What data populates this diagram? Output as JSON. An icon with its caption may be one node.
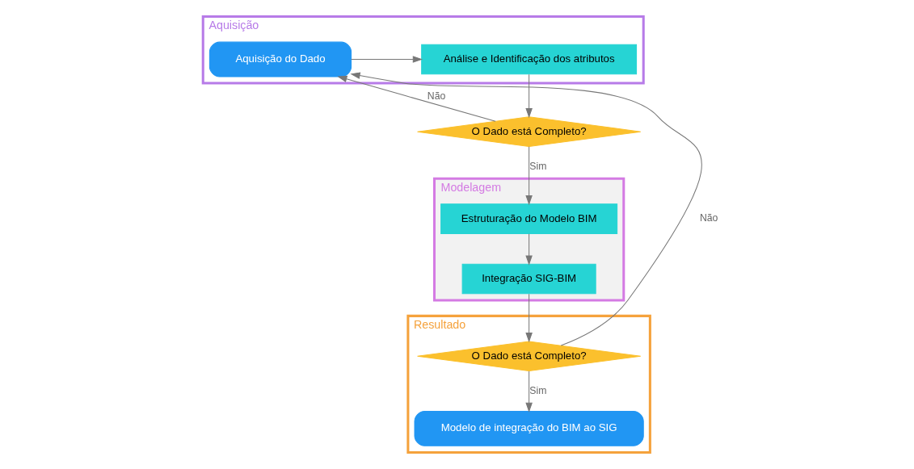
{
  "diagram": {
    "nodes": [
      {
        "text": [
          "Aquisição"
        ]
      },
      {
        "text": [
          "Aquisição do Dado"
        ],
        "in": 0
      },
      {
        "text": [
          "Análise e Identificação dos atributos"
        ],
        "in": 0
      },
      {
        "text": [
          "O Dado está Completo?"
        ]
      },
      {
        "text": [
          "Modelagem"
        ]
      },
      {
        "text": [
          "Estruturação do Modelo BIM"
        ],
        "in": 4
      },
      {
        "text": [
          "Integração SIG-BIM"
        ],
        "in": 4
      },
      {
        "text": [
          "Resultado"
        ]
      },
      {
        "text": [
          "O Dado está Completo?"
        ],
        "in": 7
      },
      {
        "text": [
          "Modelo de integração do BIM ao SIG"
        ],
        "in": 7
      }
    ],
    "edges": [
      {
        "from": 1,
        "to": 2,
        "arrow": "to"
      },
      {
        "from": 2,
        "to": 3,
        "arrow": "to"
      },
      {
        "from": 3,
        "to": 1,
        "arrow": "to",
        "label": "Não"
      },
      {
        "from": 3,
        "to": 5,
        "arrow": "to",
        "label": "Sim"
      },
      {
        "from": 5,
        "to": 6,
        "arrow": "to"
      },
      {
        "from": 6,
        "to": 8,
        "arrow": "to"
      },
      {
        "from": 8,
        "to": 1,
        "arrow": "to",
        "label": "Não"
      },
      {
        "from": 8,
        "to": 9,
        "arrow": "to",
        "label": "Sim"
      }
    ]
  }
}
